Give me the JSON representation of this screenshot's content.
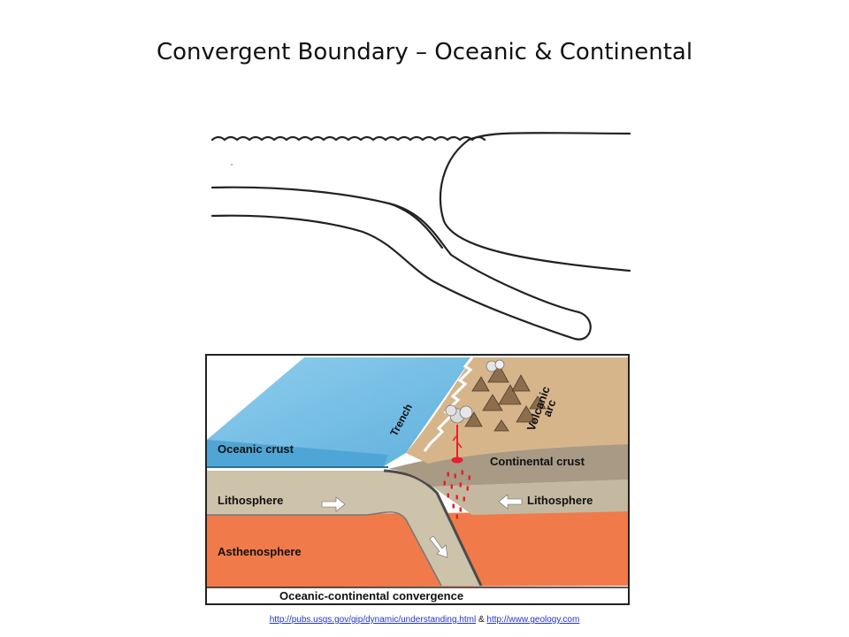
{
  "slide": {
    "title": "Convergent Boundary – Oceanic & Continental"
  },
  "diagram": {
    "label_trench": "Trench",
    "label_volcanic_arc_1": "Volcanic",
    "label_volcanic_arc_2": "arc",
    "label_oceanic_crust": "Oceanic crust",
    "label_continental_crust": "Continental crust",
    "label_lithosphere_left": "Lithosphere",
    "label_lithosphere_right": "Lithosphere",
    "label_asthenosphere": "Asthenosphere",
    "caption": "Oceanic-continental convergence",
    "colors": {
      "ocean": "#7cc3e6",
      "ocean_dark": "#3f95c9",
      "continent": "#d9b88f",
      "crust": "#a99b86",
      "lithosphere": "#c9bfa8",
      "asthenosphere": "#f07a4a",
      "magma": "#e8202a"
    }
  },
  "credits": {
    "link1": "http://pubs.usgs.gov/gip/dynamic/understanding.html",
    "separator": " & ",
    "link2": "http://www.geology.com"
  }
}
